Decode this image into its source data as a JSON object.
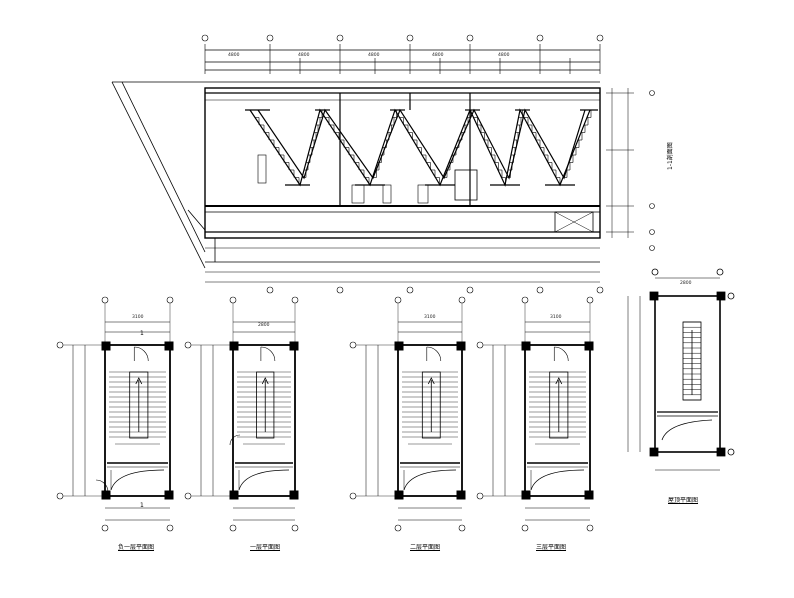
{
  "drawing": {
    "plan_titles": {
      "basement": "负一层平面图",
      "floor1": "一层平面图",
      "floor2": "二层平面图",
      "floor3": "三层平面图",
      "roof": "屋顶平面图"
    },
    "section_label": "1-1剖面图",
    "section_marks": [
      "1",
      "1"
    ],
    "top_dims": [
      "4800",
      "4800",
      "4800",
      "4800",
      "4800"
    ],
    "plan_widths": [
      "3100",
      "2800",
      "3100",
      "3100",
      "2800"
    ],
    "colors": {
      "line": "#000000",
      "fill": "#000000",
      "paper": "#ffffff"
    }
  }
}
